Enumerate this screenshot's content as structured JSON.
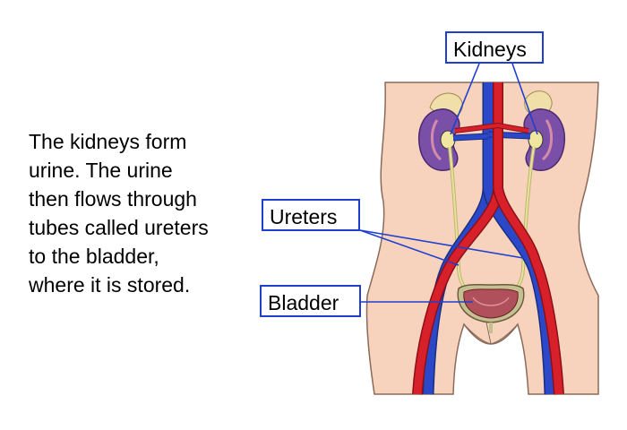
{
  "caption": {
    "lines": [
      "The kidneys form",
      "urine. The urine",
      "then flows through",
      "tubes called ureters",
      "to the bladder,",
      "where it is stored."
    ]
  },
  "labels": {
    "kidneys": "Kidneys",
    "ureters": "Ureters",
    "bladder": "Bladder"
  },
  "colors": {
    "skin": "#f7d3bd",
    "skin_outline": "#8a6a5a",
    "artery": "#d8202a",
    "vein": "#2a48c8",
    "ureter": "#d6d08a",
    "kidney": "#7a4fa8",
    "bladder": "#b0505a",
    "leader": "#1f3fd0"
  }
}
